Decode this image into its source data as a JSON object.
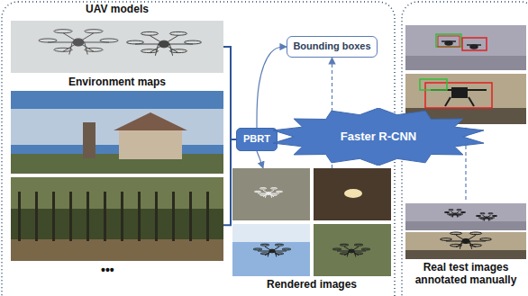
{
  "diagram": {
    "nodes": [
      {
        "text": [
          "UAV models"
        ]
      },
      {
        "text": [
          "Environment maps"
        ]
      },
      {
        "text": [
          "PBRT"
        ]
      },
      {
        "text": [
          "Bounding boxes"
        ]
      },
      {
        "text": [
          "Rendered images"
        ]
      },
      {
        "text": [
          "Faster R-CNN"
        ]
      },
      {
        "text": [
          "Real test images annotated manually"
        ]
      }
    ],
    "edges": [
      {
        "from": 0,
        "to": 2,
        "arrow": "none"
      },
      {
        "from": 1,
        "to": 2,
        "arrow": "none"
      },
      {
        "from": 2,
        "to": 3,
        "arrow": "to"
      },
      {
        "from": 2,
        "to": 4,
        "arrow": "to"
      },
      {
        "from": 4,
        "to": 3,
        "arrow": "to"
      }
    ],
    "labels": [
      "•••"
    ]
  }
}
